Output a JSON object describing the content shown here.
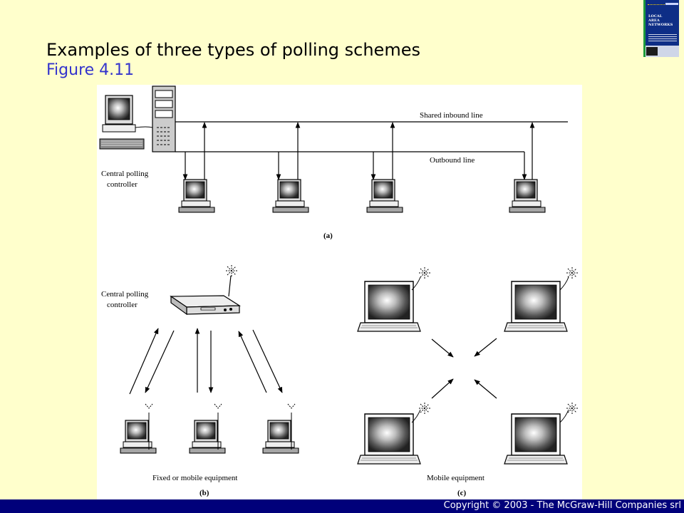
{
  "slide": {
    "title": "Examples of three types of polling schemes",
    "subtitle": "Figure 4.11",
    "copyright": "Copyright © 2003 - The McGraw-Hill Companies srl",
    "book_cover_text": "LOCAL\nAREA\nNETWORKS"
  },
  "diagram": {
    "panel_a": {
      "shared_inbound_label": "Shared inbound line",
      "outbound_label": "Outbound line",
      "controller_label_1": "Central polling",
      "controller_label_2": "controller",
      "caption": "(a)"
    },
    "panel_b": {
      "controller_label_1": "Central polling",
      "controller_label_2": "controller",
      "equipment_label": "Fixed or mobile equipment",
      "caption": "(b)"
    },
    "panel_c": {
      "equipment_label": "Mobile equipment",
      "caption": "(c)"
    }
  },
  "colors": {
    "background": "#FFFFCC",
    "title": "#000000",
    "subtitle": "#3333CC",
    "footer_bar": "#00007A"
  }
}
